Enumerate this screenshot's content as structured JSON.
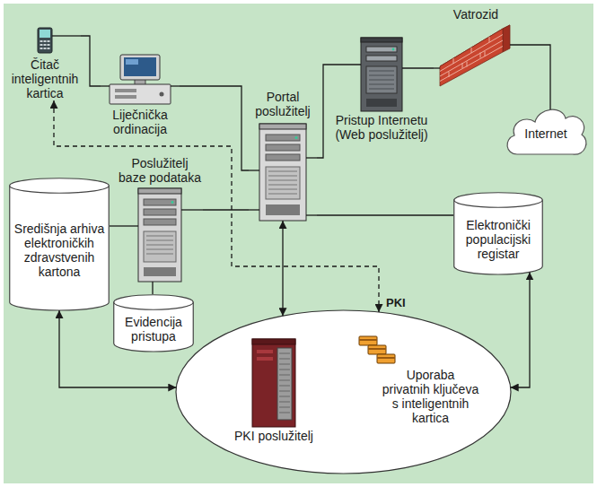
{
  "diagram": {
    "nodes": [
      {
        "text": [
          "Čitač inteligentnih kartica"
        ]
      },
      {
        "text": [
          "Liječnička ordinacija"
        ]
      },
      {
        "text": [
          "Portal poslužitelj"
        ]
      },
      {
        "text": [
          "Vatrozid"
        ]
      },
      {
        "text": [
          "Pristup Internetu (Web poslužitelj)"
        ]
      },
      {
        "text": [
          "Internet"
        ]
      },
      {
        "text": [
          "Poslužitelj baze podataka"
        ]
      },
      {
        "text": [
          "Središnja arhiva elektroničkih zdravstvenih kartona"
        ]
      },
      {
        "text": [
          "Elektronički populacijski registar"
        ]
      },
      {
        "text": [
          "Evidencija pristupa"
        ]
      },
      {
        "text": [
          "PKI"
        ]
      },
      {
        "text": [
          "PKI poslužitelj"
        ],
        "in": 10
      },
      {
        "text": [
          "Uporaba privatnih ključeva s inteligentnih kartica"
        ],
        "in": 10
      }
    ],
    "edges": [
      {
        "from": 0,
        "to": 1,
        "arrow": "none"
      },
      {
        "from": 1,
        "to": 2,
        "arrow": "none"
      },
      {
        "from": 2,
        "to": 4,
        "arrow": "none"
      },
      {
        "from": 4,
        "to": 3,
        "arrow": "none"
      },
      {
        "from": 3,
        "to": 5,
        "arrow": "none"
      },
      {
        "from": 6,
        "to": 2,
        "arrow": "none"
      },
      {
        "from": 7,
        "to": 6,
        "arrow": "none"
      },
      {
        "from": 9,
        "to": 6,
        "arrow": "none"
      },
      {
        "from": 2,
        "to": 8,
        "arrow": "none"
      },
      {
        "from": 2,
        "to": 10,
        "arrow": "both"
      },
      {
        "from": 7,
        "to": 10,
        "arrow": "both"
      },
      {
        "from": 8,
        "to": 10,
        "arrow": "both"
      },
      {
        "from": 0,
        "to": 10,
        "arrow": "both"
      }
    ]
  }
}
